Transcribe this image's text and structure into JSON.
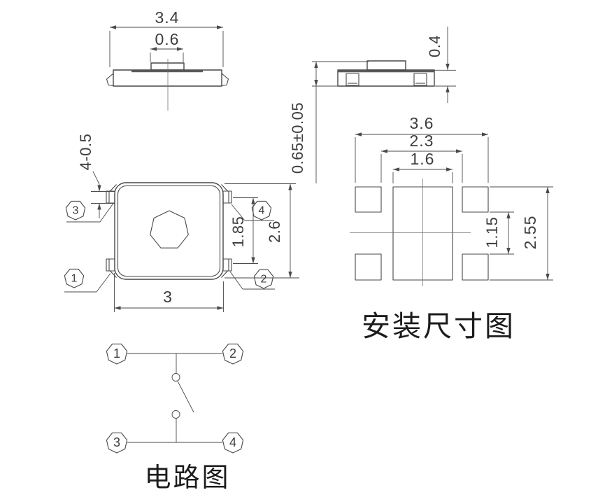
{
  "captions": {
    "mounting": "安装尺寸图",
    "circuit": "电路图"
  },
  "dimensions": {
    "top_view_overall_width": "3.4",
    "top_view_stem_width": "0.6",
    "side_view_base_height": "0.4",
    "side_view_total_height": "0.65±0.05",
    "front_view_pin_spec": "4-0.5",
    "front_view_pin_row_pitch": "1.85",
    "front_view_body_height": "2.6",
    "front_view_body_width": "3",
    "mount_outer_width": "3.6",
    "mount_inner_width": "2.3",
    "mount_center_width": "1.6",
    "mount_pad_gap": "1.15",
    "mount_overall_height": "2.55"
  },
  "pins": {
    "pin1": "1",
    "pin2": "2",
    "pin3": "3",
    "pin4": "4"
  }
}
